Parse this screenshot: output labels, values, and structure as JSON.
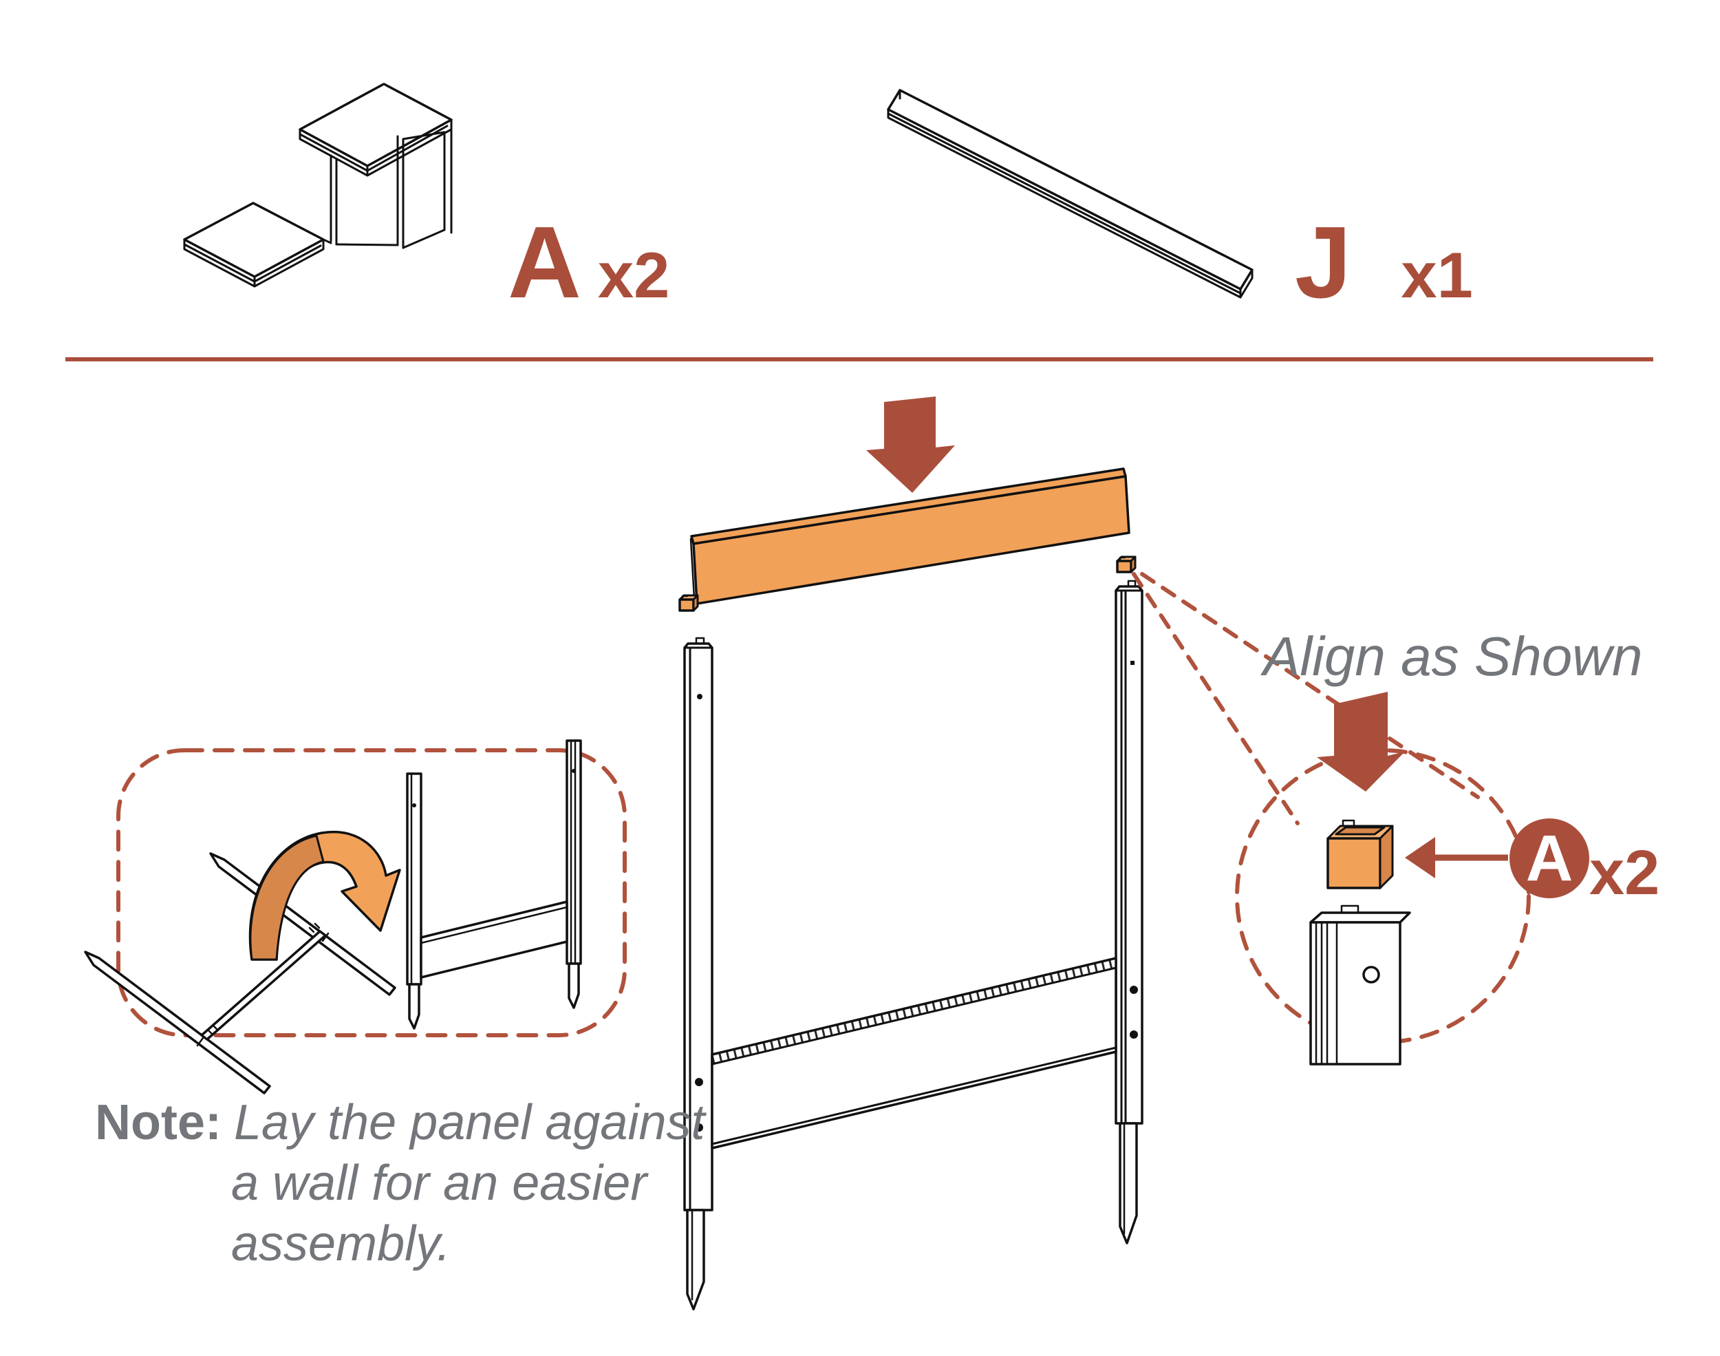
{
  "document": {
    "type": "assembly-instruction-step"
  },
  "palette": {
    "accent_red": "#A94E3B",
    "dash_red": "#B0523C",
    "orange": "#F2A159",
    "orange_dark": "#D8874A",
    "orange_light": "#F7B273",
    "text_gray": "#73767A",
    "line_black": "#111111"
  },
  "parts_header": {
    "part_a": {
      "letter": "A",
      "qty": "x2"
    },
    "part_j": {
      "letter": "J",
      "qty": "x1"
    }
  },
  "callout": {
    "instruction": "Align as Shown",
    "badge_letter": "A",
    "badge_qty": "x2"
  },
  "note": {
    "label": "Note:",
    "lines": [
      "Lay the panel against",
      "a wall for an easier",
      "assembly."
    ]
  }
}
